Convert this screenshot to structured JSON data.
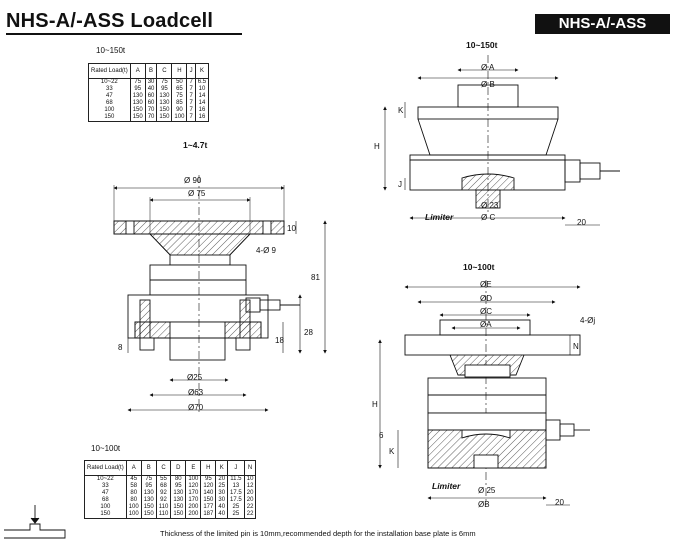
{
  "header": {
    "title": "NHS-A/-ASS  Loadcell",
    "model_tag": "NHS-A/-ASS"
  },
  "table_small": {
    "caption": "10~150t",
    "columns": [
      "Rated Load(t)",
      "A",
      "B",
      "C",
      "H",
      "J",
      "K"
    ],
    "rows": [
      [
        "10~22",
        "75",
        "30",
        "75",
        "50",
        "7",
        "6.5"
      ],
      [
        "33",
        "95",
        "40",
        "95",
        "65",
        "7",
        "10"
      ],
      [
        "47",
        "130",
        "60",
        "130",
        "75",
        "7",
        "14"
      ],
      [
        "68",
        "130",
        "60",
        "130",
        "85",
        "7",
        "14"
      ],
      [
        "100",
        "150",
        "70",
        "150",
        "90",
        "7",
        "16"
      ],
      [
        "150",
        "150",
        "70",
        "150",
        "100",
        "7",
        "16"
      ]
    ]
  },
  "table_large": {
    "caption": "10~100t",
    "columns": [
      "Rated Load(t)",
      "A",
      "B",
      "C",
      "D",
      "E",
      "H",
      "K",
      "J",
      "N"
    ],
    "rows": [
      [
        "10~22",
        "45",
        "75",
        "55",
        "80",
        "100",
        "95",
        "20",
        "11.5",
        "10"
      ],
      [
        "33",
        "58",
        "95",
        "68",
        "95",
        "120",
        "120",
        "25",
        "13",
        "12"
      ],
      [
        "47",
        "80",
        "130",
        "92",
        "130",
        "170",
        "140",
        "30",
        "17.5",
        "20"
      ],
      [
        "68",
        "80",
        "130",
        "92",
        "130",
        "170",
        "150",
        "30",
        "17.5",
        "20"
      ],
      [
        "100",
        "100",
        "150",
        "110",
        "150",
        "200",
        "177",
        "40",
        "25",
        "22"
      ],
      [
        "150",
        "100",
        "150",
        "110",
        "150",
        "200",
        "187",
        "40",
        "25",
        "22"
      ]
    ]
  },
  "drawing_small": {
    "caption": "1~4.7t",
    "dims": {
      "d90": "Ø 90",
      "d75": "Ø 75",
      "h10": "10",
      "hole": "4-Ø 9",
      "h81": "81",
      "h28": "28",
      "h18": "18",
      "h8": "8",
      "d25": "Ø25",
      "d63": "Ø63",
      "d70": "Ø70"
    }
  },
  "drawing_top_right": {
    "caption": "10~150t",
    "dims": {
      "dA": "Ø A",
      "dB": "Ø B",
      "K": "K",
      "H": "H",
      "J": "J",
      "d23": "Ø 23",
      "dC": "Ø C",
      "w20": "20"
    },
    "limiter": "Limiter"
  },
  "drawing_bottom_right": {
    "caption": "10~100t",
    "dims": {
      "dE": "ØE",
      "dD": "ØD",
      "dC": "ØC",
      "dA": "ØA",
      "hole": "4-Øj",
      "N": "N",
      "H": "H",
      "K": "K",
      "six": "6",
      "d25": "Ø 25",
      "dB": "ØB",
      "w20": "20"
    },
    "limiter": "Limiter"
  },
  "footer": {
    "note": "Thickness of the limited pin is 10mm,recommended depth for the installation base plate is 6mm"
  }
}
